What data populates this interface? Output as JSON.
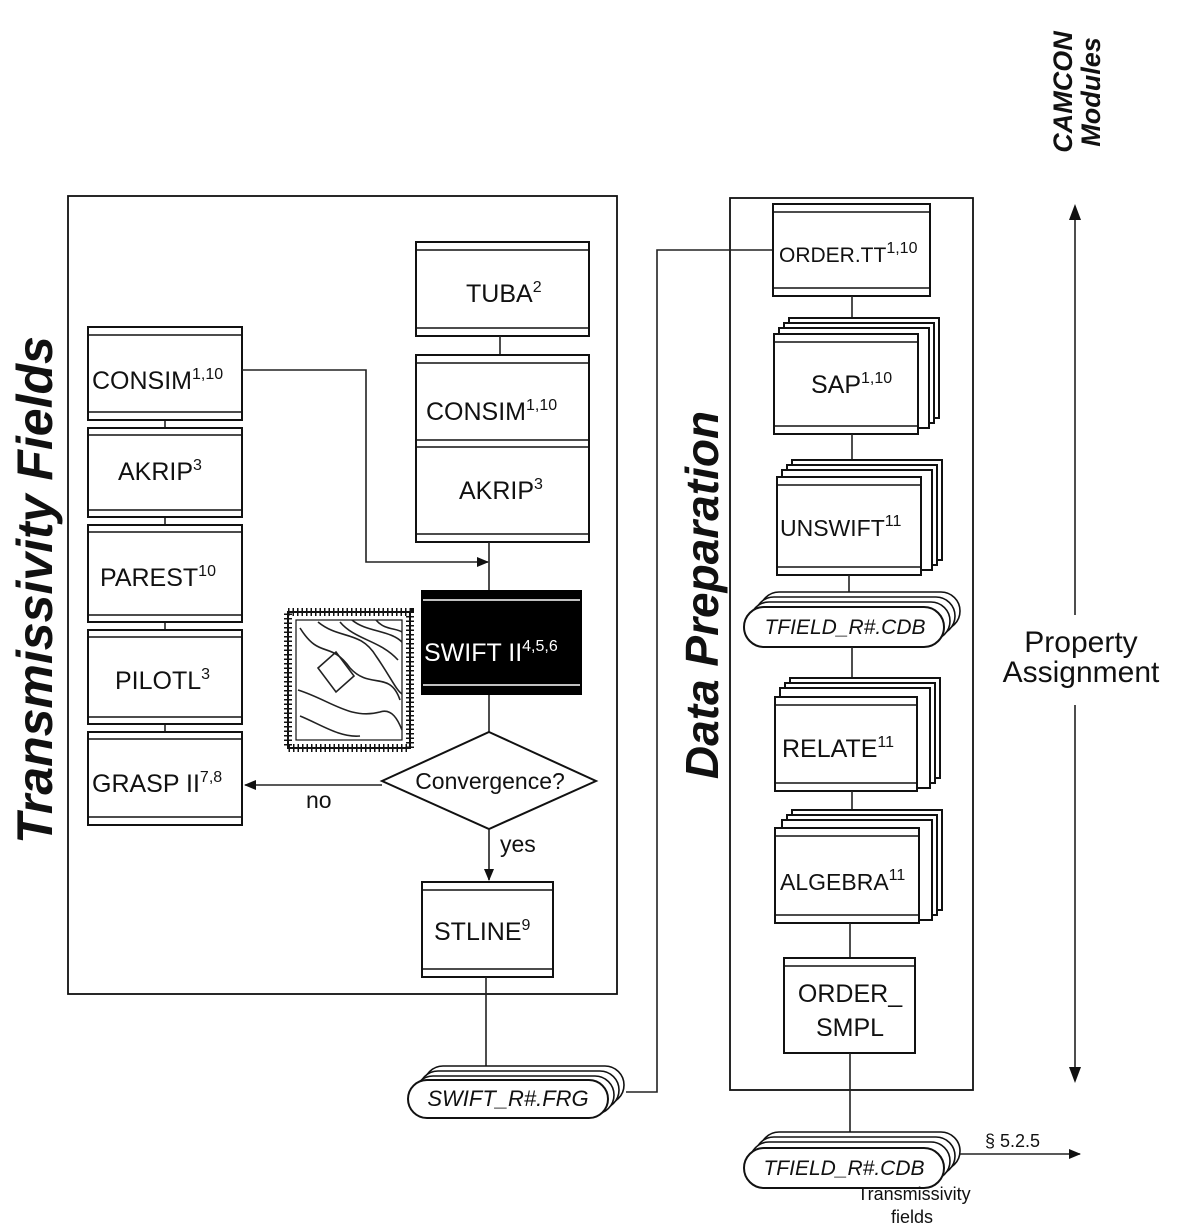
{
  "sections": {
    "left_title": "Transmissivity Fields",
    "middle_title": "Data Preparation",
    "right_title_line1": "CAMCON",
    "right_title_line2": "Modules",
    "property_line1": "Property",
    "property_line2": "Assignment"
  },
  "left_column": [
    {
      "name": "CONSIM",
      "sup": "1,10"
    },
    {
      "name": "AKRIP",
      "sup": "3"
    },
    {
      "name": "PAREST",
      "sup": "10"
    },
    {
      "name": "PILOTL",
      "sup": "3"
    },
    {
      "name": "GRASP II",
      "sup": "7,8"
    }
  ],
  "center_column": {
    "tuba": {
      "name": "TUBA",
      "sup": "2"
    },
    "consim": {
      "name": "CONSIM",
      "sup": "1,10"
    },
    "akrip": {
      "name": "AKRIP",
      "sup": "3"
    },
    "swift": {
      "name": "SWIFT II",
      "sup": "4,5,6"
    },
    "decision": "Convergence?",
    "yes_label": "yes",
    "no_label": "no",
    "stline": {
      "name": "STLINE",
      "sup": "9"
    },
    "output_file": "SWIFT_R#.FRG"
  },
  "data_prep_column": {
    "order_tt": {
      "name": "ORDER.TT",
      "sup": "1,10"
    },
    "sap": {
      "name": "SAP",
      "sup": "1,10"
    },
    "unswift": {
      "name": "UNSWIFT",
      "sup": "11"
    },
    "tfield_file": "TFIELD_R#.CDB",
    "relate": {
      "name": "RELATE",
      "sup": "11"
    },
    "algebra": {
      "name": "ALGEBRA",
      "sup": "11"
    },
    "order_smpl_line1": "ORDER_",
    "order_smpl_line2": "SMPL"
  },
  "output": {
    "file": "TFIELD_R#.CDB",
    "section_ref": "§ 5.2.5",
    "caption_line1": "Transmissivity",
    "caption_line2": "fields"
  }
}
